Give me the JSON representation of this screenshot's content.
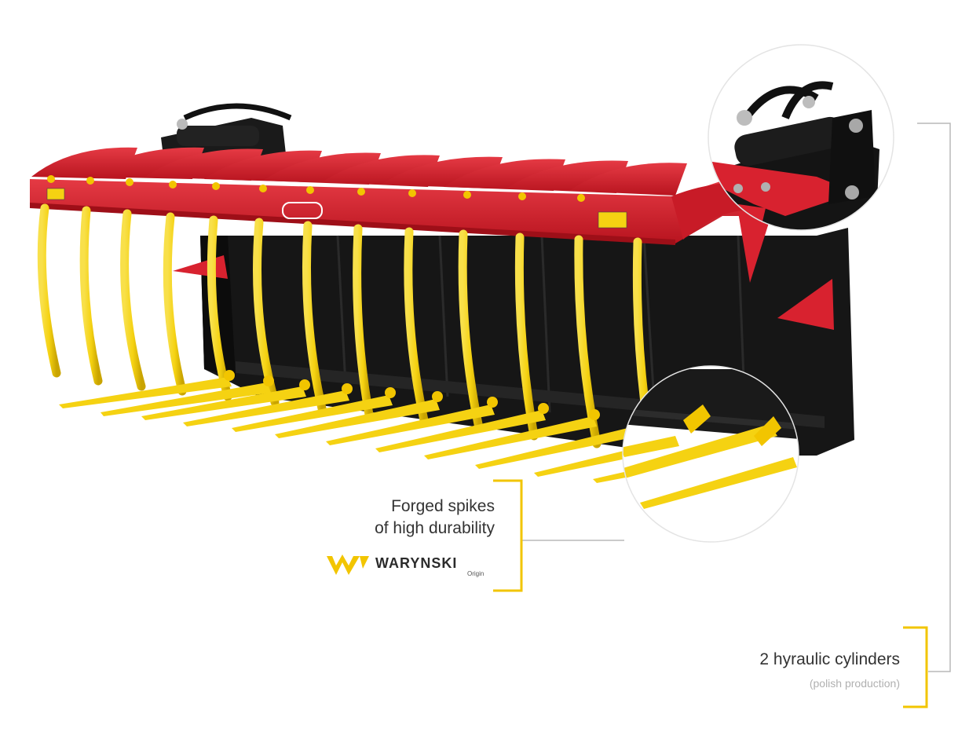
{
  "annotations": [
    {
      "id": "forged-spikes",
      "title_line_1": "Forged spikes",
      "title_line_2": "of high durability",
      "brand": {
        "name": "WARYNSKI",
        "sub": "Origin"
      }
    },
    {
      "id": "hydraulic-cylinders",
      "title": "2 hyraulic cylinders",
      "subtitle": "(polish production)"
    }
  ],
  "colors": {
    "frame_red": "#d8222f",
    "bucket_black": "#161616",
    "tine_yellow": "#f5d212",
    "bracket_yellow": "#f2c500",
    "leader_gray": "#b8b8b8",
    "text_dark": "#333333",
    "text_muted": "#b0b0b0"
  },
  "icons": [
    "warning-sticker-icon",
    "brand-logo-icon",
    "waryński-logo-icon"
  ]
}
